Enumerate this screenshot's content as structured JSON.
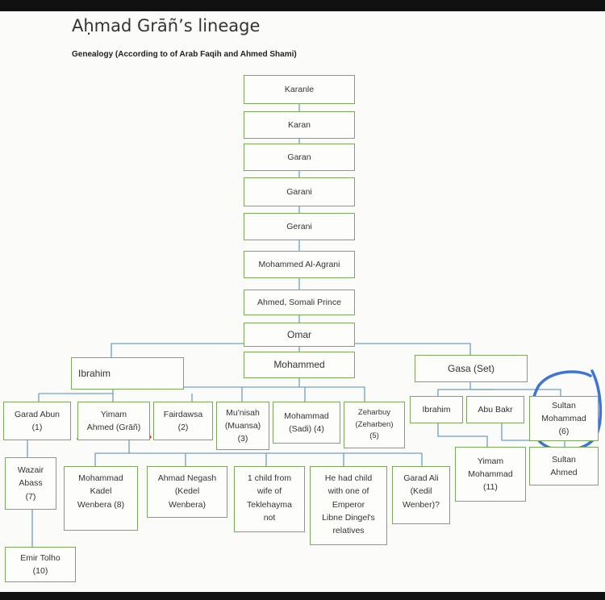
{
  "diagram": {
    "title": "Aḥmad Grāñ’s lineage",
    "subtitle": "Genealogy (According to of Arab Faqih and Ahmed Shami)",
    "nodes": {
      "karanle": "Karanle",
      "karan": "Karan",
      "garan": "Garan",
      "garani": "Garani",
      "gerani": "Gerani",
      "mohammed_al_agrani": "Mohammed Al-Agrani",
      "ahmed_somali_prince": "Ahmed, Somali Prince",
      "omar": "Omar",
      "ibrahim": "Ibrahim",
      "mohammed": "Mohammed",
      "gasa": "Gasa (Set)",
      "garad_abun": "Garad Abun\n(1)",
      "yimam_ahmed": "Yimam\nAhmed (Grāñ)",
      "fairdawsa": "Fairdawsa\n(2)",
      "munisah": "Mu'nisah\n(Muansa)\n(3)",
      "mohammad_sadi": "Mohammad\n(Sadi) (4)",
      "zeharbuy": "Zeharbuy\n(Zeharben)\n(5)",
      "ibrahim_2": "Ibrahim",
      "abu_bakr": "Abu Bakr",
      "sultan_mohammad": "Sultan\nMohammad\n(6)",
      "wazair_abass": "Wazair\nAbass\n(7)",
      "mohammad_kadel": "Mohammad\nKadel\nWenbera (8)",
      "ahmad_negash": "Ahmad Negash\n(Kedel\nWenbera)",
      "one_child": "1 child from\nwife of\nTeklehayma\nnot",
      "he_had_child": "He had child\nwith one of\nEmperor\nLibne Dingel's\nrelatives",
      "garad_ali": "Garad Ali\n(Kedil\nWenber)?",
      "yimam_mohammad": "Yimam\nMohammad\n(11)",
      "sultan_ahmed": "Sultan\nAhmed",
      "emir_tolho": "Emir Tolho\n(10)"
    }
  },
  "colors": {
    "box_border": "#7aa95c",
    "line": "#6f9fc4",
    "underline_annotation": "#e0201a",
    "circle_annotation": "#3d74d6"
  }
}
